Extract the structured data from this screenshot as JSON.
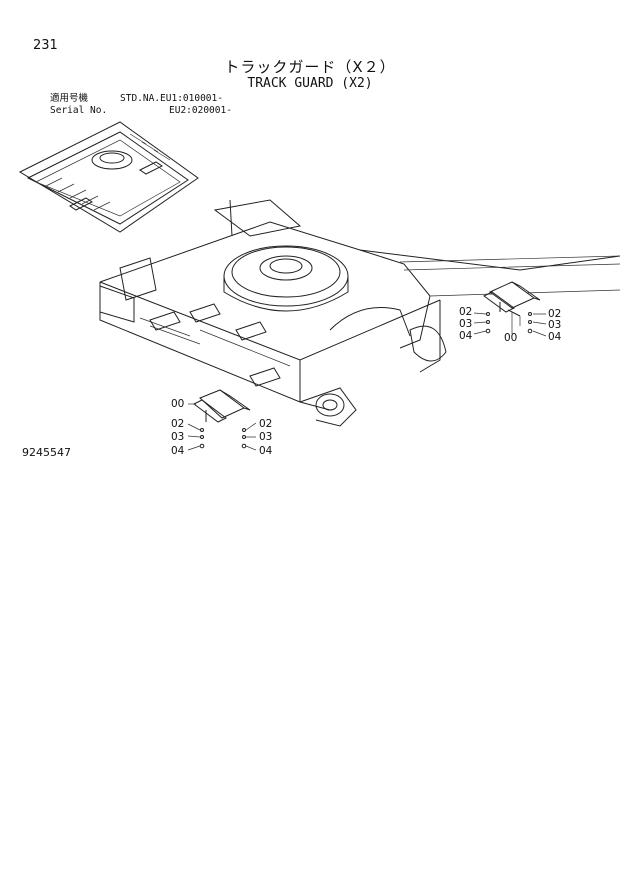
{
  "page_number": "231",
  "title_jp": "トラックガード（X２）",
  "title_en": "TRACK GUARD (X2)",
  "serial": {
    "label_jp": "適用号機",
    "label_en": "Serial No.",
    "std_prefix": "STD.NA.",
    "eu1": "EU1:010001-",
    "eu2": "EU2:020001-"
  },
  "part_id": "9245547",
  "callouts": {
    "right_assembly": {
      "left": [
        "02",
        "03",
        "04"
      ],
      "right": [
        "02",
        "03",
        "04"
      ],
      "guard": "00"
    },
    "left_assembly": {
      "guard": "00",
      "left": [
        "02",
        "03",
        "04"
      ],
      "right": [
        "02",
        "03",
        "04"
      ]
    }
  }
}
